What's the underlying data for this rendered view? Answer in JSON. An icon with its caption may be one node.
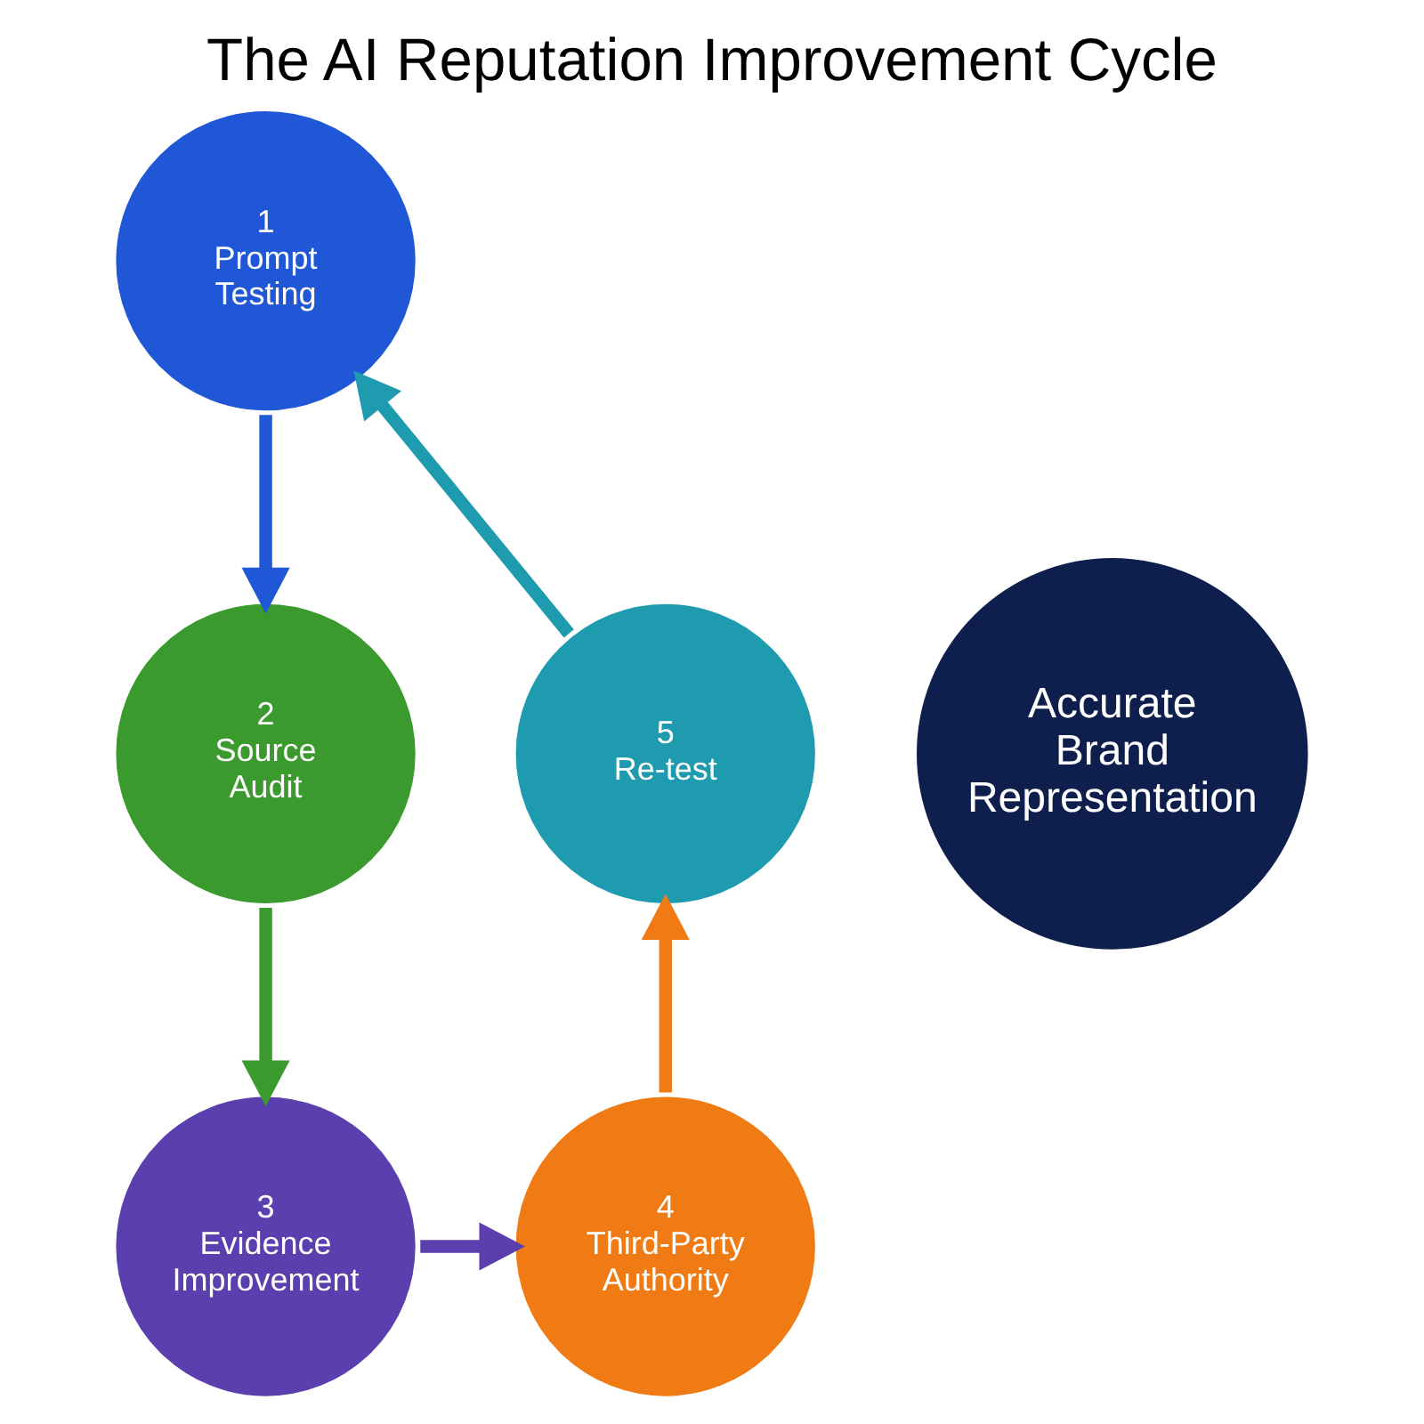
{
  "diagram": {
    "title": "The AI Reputation Improvement Cycle",
    "nodes": [
      {
        "text": [
          "Accurate Brand Representation"
        ]
      },
      {
        "text": [
          "1",
          "Prompt Testing"
        ]
      },
      {
        "text": [
          "2",
          "Source Audit"
        ]
      },
      {
        "text": [
          "3",
          "Evidence Improvement"
        ]
      },
      {
        "text": [
          "4",
          "Third-Party Authority"
        ]
      },
      {
        "text": [
          "5",
          "Re-test"
        ]
      }
    ],
    "edges": [
      {
        "from": 1,
        "to": 2,
        "arrow": "to",
        "color": "#1f57d6"
      },
      {
        "from": 2,
        "to": 3,
        "arrow": "to",
        "color": "#3a9a2e"
      },
      {
        "from": 3,
        "to": 4,
        "arrow": "to",
        "color": "#5b3fae"
      },
      {
        "from": 4,
        "to": 5,
        "arrow": "to",
        "color": "#f07a14"
      },
      {
        "from": 5,
        "to": 1,
        "arrow": "to",
        "color": "#1f9bb0"
      }
    ]
  }
}
